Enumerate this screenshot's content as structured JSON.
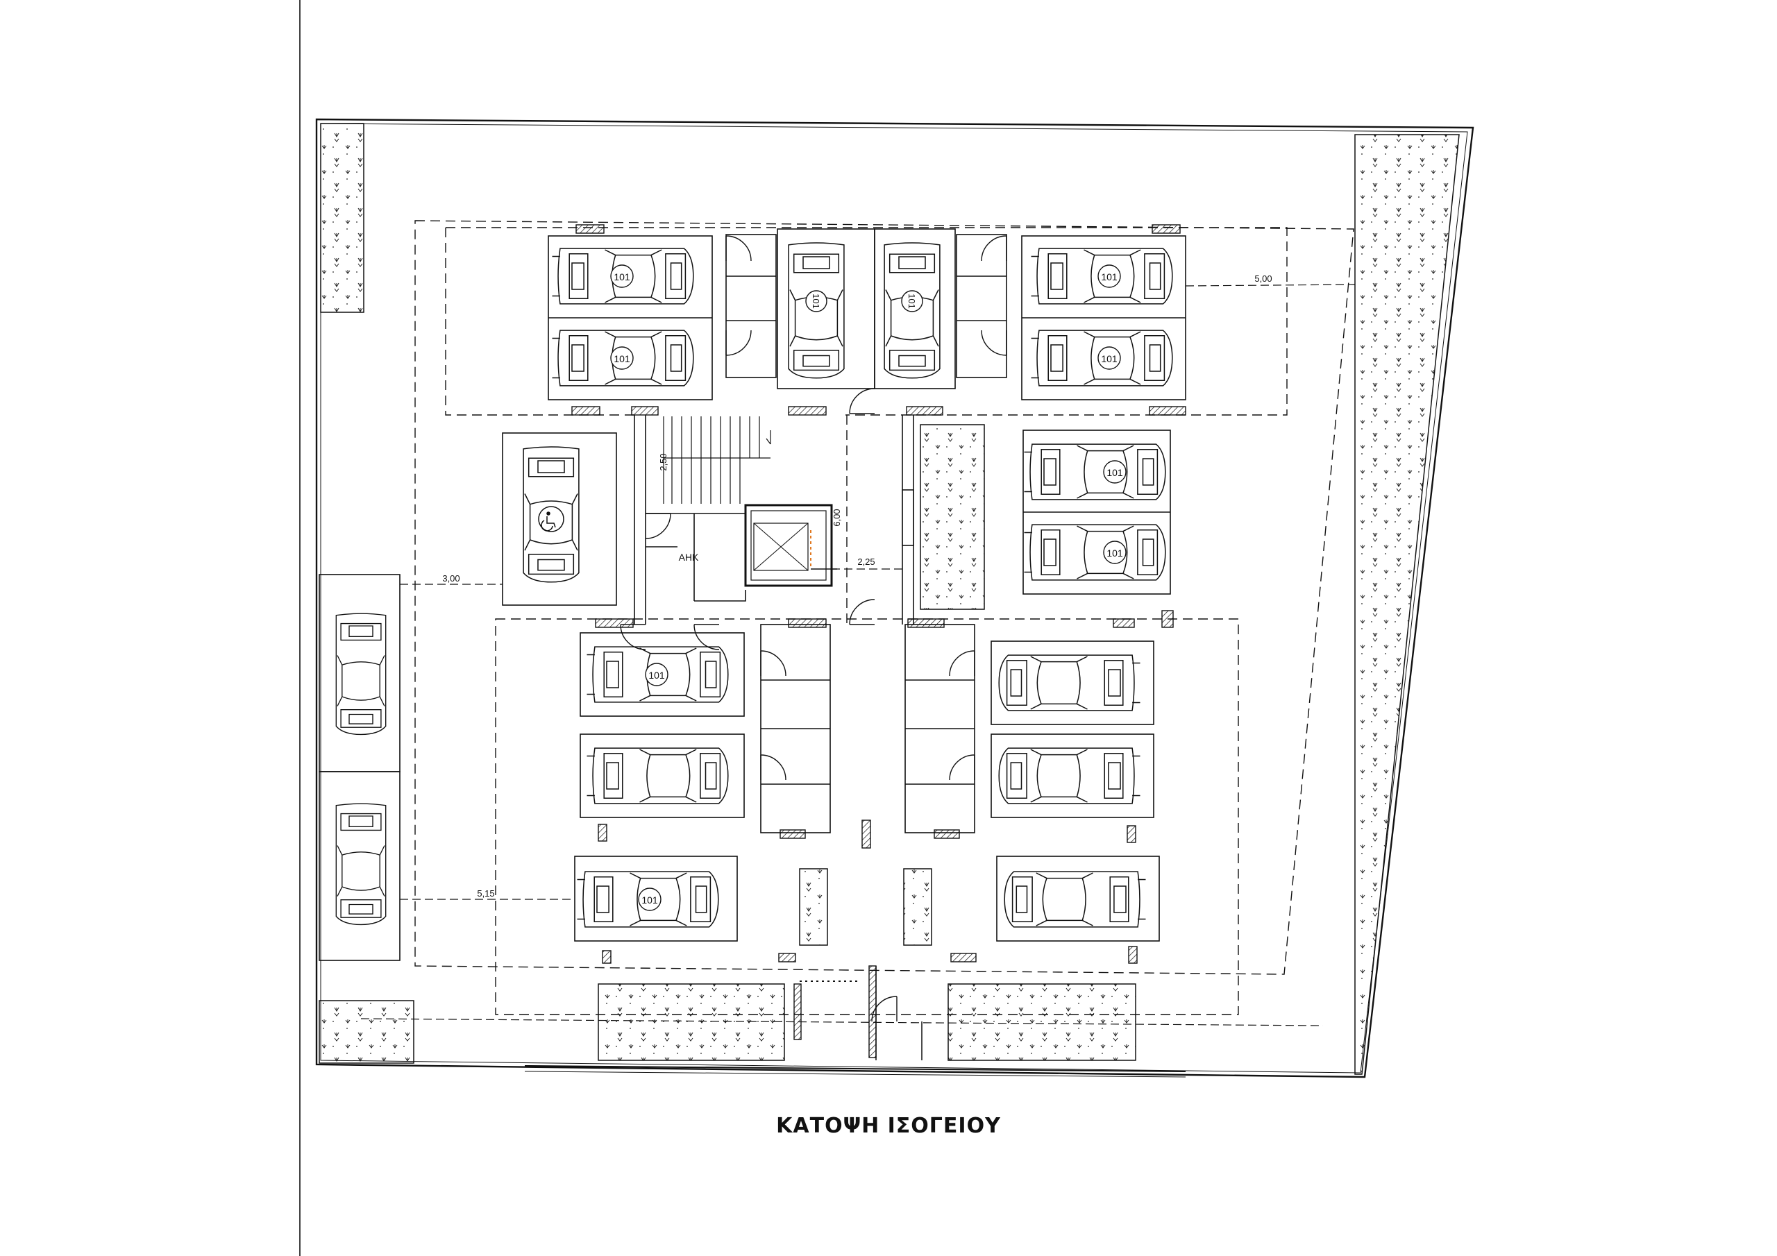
{
  "drawing": {
    "title": "ΚΑΤΟΨΗ ΙΣΟΓΕΙΟΥ",
    "room_label": "ΑΗΚ",
    "dimensions": {
      "top_right": "5,00",
      "left": "3,00",
      "bottom_left": "5,15",
      "stair": "2,50",
      "lift_height": "6,00",
      "lift_width": "2,25"
    },
    "parking_number": "101",
    "colors": {
      "line": "#111111",
      "background": "#ffffff",
      "lift_marker": "#e07820"
    }
  }
}
